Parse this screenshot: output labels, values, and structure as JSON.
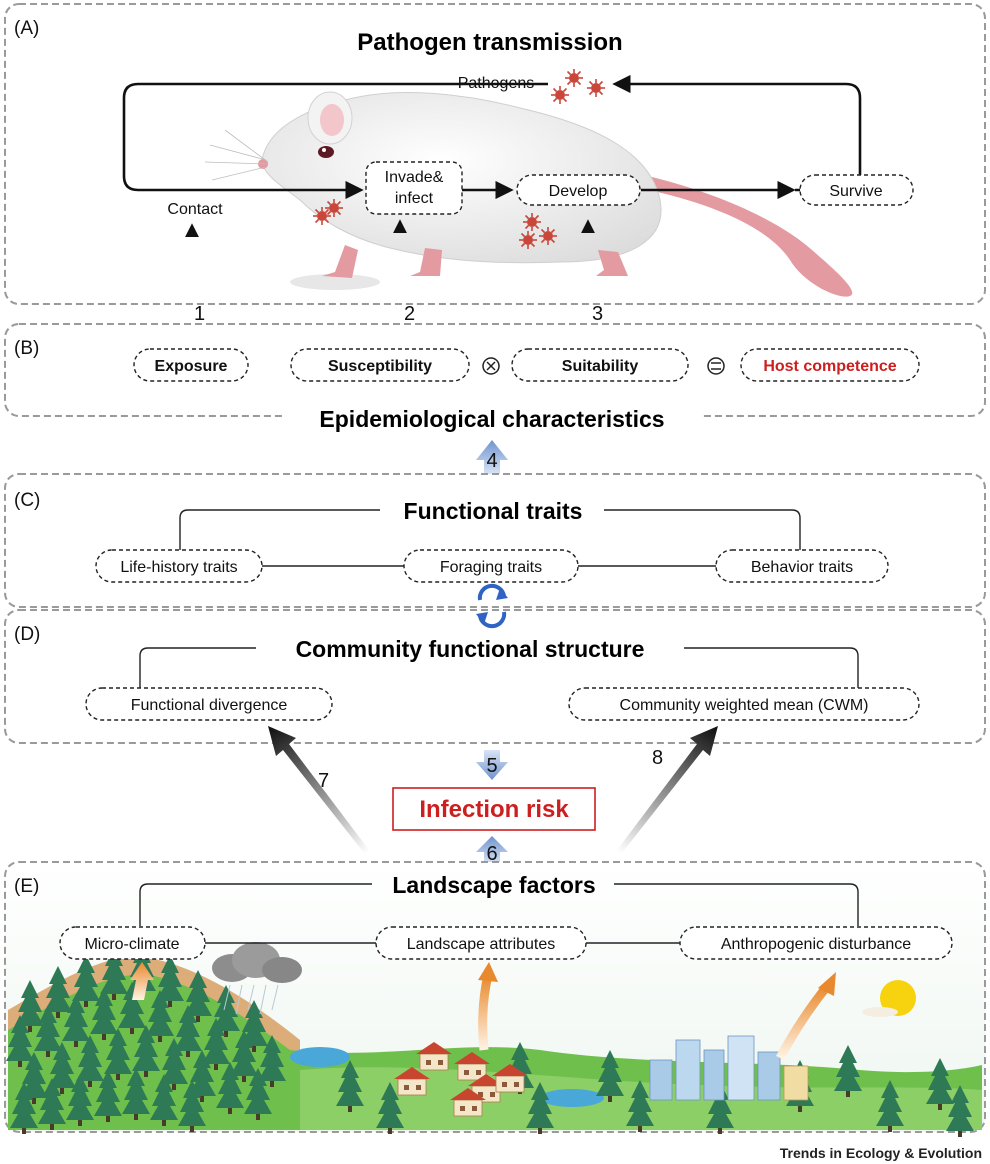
{
  "panels": {
    "a": {
      "letter": "(A)",
      "title": "Pathogen transmission",
      "pathogens": "Pathogens",
      "contact": "Contact",
      "invade_line1": "Invade&",
      "invade_line2": "infect",
      "develop": "Develop",
      "survive": "Survive"
    },
    "b": {
      "letter": "(B)",
      "exposure": "Exposure",
      "susceptibility": "Susceptibility",
      "suitability": "Suitability",
      "host_competence": "Host competence",
      "title": "Epidemiological characteristics"
    },
    "c": {
      "letter": "(C)",
      "title": "Functional traits",
      "life_history": "Life-history traits",
      "foraging": "Foraging traits",
      "behavior": "Behavior traits"
    },
    "d": {
      "letter": "(D)",
      "title": "Community functional structure",
      "divergence": "Functional divergence",
      "cwm": "Community weighted mean (CWM)"
    },
    "e": {
      "letter": "(E)",
      "title": "Landscape factors",
      "micro_climate": "Micro-climate",
      "landscape_attributes": "Landscape attributes",
      "anthropogenic": "Anthropogenic disturbance"
    }
  },
  "numbers": {
    "n1": "1",
    "n2": "2",
    "n3": "3",
    "n4": "4",
    "n5": "5",
    "n6": "6",
    "n7": "7",
    "n8": "8"
  },
  "infection_risk": "Infection risk",
  "journal": "Trends in Ecology & Evolution",
  "colors": {
    "red": "#cc1f1f",
    "blue_arrow": "#7d9fd6",
    "orange_arrow": "#e8892e",
    "forest": "#2f7d5a",
    "grass": "#6fbf4d",
    "mouse": "#efefef",
    "tail": "#e39aa1"
  },
  "icons": [
    "pathogen-icon",
    "mouse-illustration",
    "multiply-icon",
    "equals-icon",
    "cycle-arrows-icon",
    "rain-cloud-icon",
    "sun-icon"
  ]
}
